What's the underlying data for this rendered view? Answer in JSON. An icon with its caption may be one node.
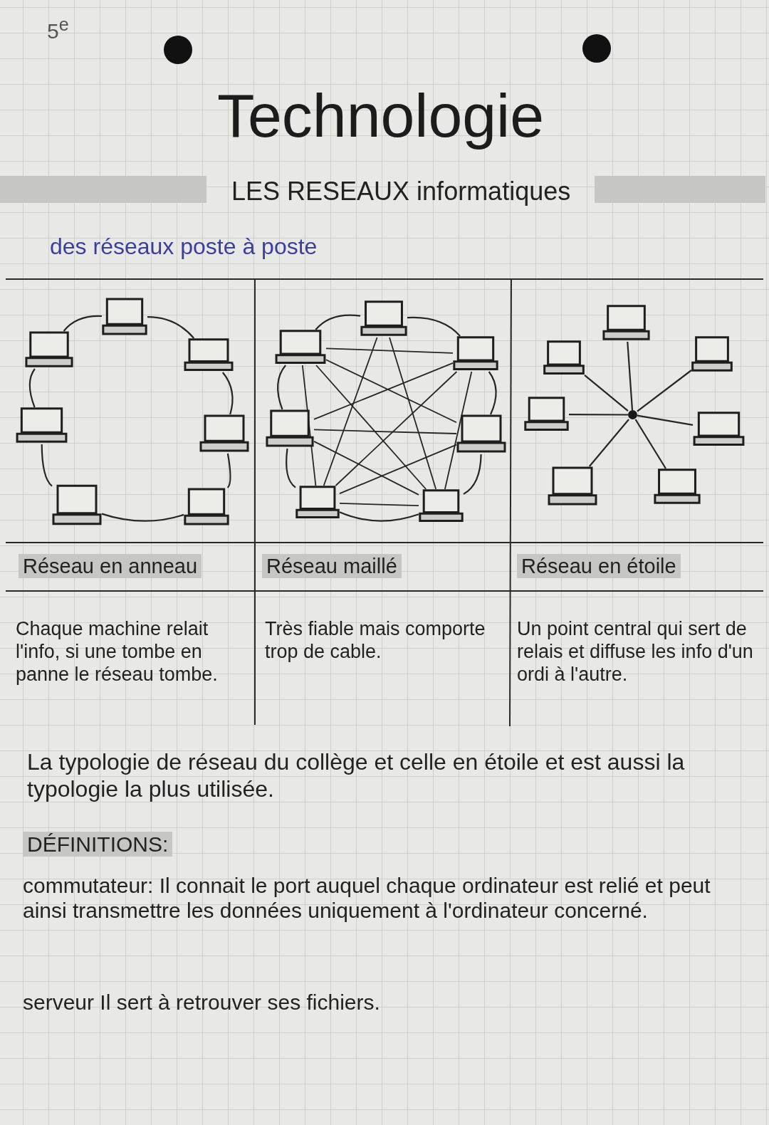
{
  "diagram": {
    "title": "Technologie",
    "nodes": [
      {
        "text": [],
        "shape": "computer"
      },
      {
        "text": [],
        "shape": "computer"
      },
      {
        "text": [],
        "shape": "computer"
      },
      {
        "text": [],
        "shape": "computer"
      },
      {
        "text": [],
        "shape": "computer"
      },
      {
        "text": [],
        "shape": "computer"
      },
      {
        "text": [],
        "shape": "computer"
      },
      {
        "text": [],
        "shape": "computer"
      },
      {
        "text": [],
        "shape": "computer"
      },
      {
        "text": [],
        "shape": "computer"
      },
      {
        "text": [],
        "shape": "computer"
      },
      {
        "text": [],
        "shape": "computer"
      },
      {
        "text": [],
        "shape": "computer"
      },
      {
        "text": [],
        "shape": "computer"
      },
      {
        "text": [],
        "shape": "computer"
      },
      {
        "text": [],
        "shape": "computer"
      },
      {
        "text": [],
        "shape": "computer"
      },
      {
        "text": [],
        "shape": "computer"
      },
      {
        "text": [],
        "shape": "circle"
      },
      {
        "text": [],
        "shape": "computer"
      },
      {
        "text": [],
        "shape": "computer"
      },
      {
        "text": [],
        "shape": "computer"
      }
    ],
    "edges": [
      {
        "from": 0,
        "to": 2,
        "arrow": "none"
      },
      {
        "from": 2,
        "to": 4,
        "arrow": "none"
      },
      {
        "from": 4,
        "to": 6,
        "arrow": "none"
      },
      {
        "from": 6,
        "to": 5,
        "arrow": "none"
      },
      {
        "from": 5,
        "to": 3,
        "arrow": "none"
      },
      {
        "from": 3,
        "to": 1,
        "arrow": "none"
      },
      {
        "from": 1,
        "to": 0,
        "arrow": "none"
      },
      {
        "from": 7,
        "to": 9,
        "arrow": "none"
      },
      {
        "from": 9,
        "to": 11,
        "arrow": "none"
      },
      {
        "from": 11,
        "to": 13,
        "arrow": "none"
      },
      {
        "from": 13,
        "to": 12,
        "arrow": "none"
      },
      {
        "from": 12,
        "to": 10,
        "arrow": "none"
      },
      {
        "from": 10,
        "to": 8,
        "arrow": "none"
      },
      {
        "from": 8,
        "to": 7,
        "arrow": "none"
      },
      {
        "from": 8,
        "to": 9,
        "arrow": "none"
      },
      {
        "from": 8,
        "to": 12,
        "arrow": "none"
      },
      {
        "from": 9,
        "to": 13,
        "arrow": "none"
      },
      {
        "from": 12,
        "to": 13,
        "arrow": "none"
      },
      {
        "from": 8,
        "to": 13,
        "arrow": "none"
      },
      {
        "from": 9,
        "to": 12,
        "arrow": "none"
      },
      {
        "from": 10,
        "to": 11,
        "arrow": "none"
      },
      {
        "from": 7,
        "to": 12,
        "arrow": "none"
      },
      {
        "from": 7,
        "to": 13,
        "arrow": "none"
      },
      {
        "from": 10,
        "to": 9,
        "arrow": "none"
      },
      {
        "from": 10,
        "to": 13,
        "arrow": "none"
      },
      {
        "from": 11,
        "to": 8,
        "arrow": "none"
      },
      {
        "from": 11,
        "to": 12,
        "arrow": "none"
      },
      {
        "from": 14,
        "to": 18,
        "arrow": "none"
      },
      {
        "from": 15,
        "to": 18,
        "arrow": "none"
      },
      {
        "from": 16,
        "to": 18,
        "arrow": "none"
      },
      {
        "from": 17,
        "to": 18,
        "arrow": "none"
      },
      {
        "from": 19,
        "to": 18,
        "arrow": "none"
      },
      {
        "from": 20,
        "to": 18,
        "arrow": "none"
      },
      {
        "from": 21,
        "to": 18,
        "arrow": "none"
      }
    ],
    "labels": [
      "5$^{e}$",
      "LES RESEAUX informatiques",
      "des réseaux poste à poste",
      "Réseau en anneau",
      "Réseau maillé",
      "Réseau en étoile",
      "Chaque machine relait l'info, si une tombe en panne le réseau tombe.",
      "Très fiable mais comporte trop de cable.",
      "Un point central qui sert de relais et diffuse les info d'un ordi à l'autre.",
      "La typologie de réseau du collège et celle en étoile et est aussi la typologie la plus utilisée.",
      "DÉFINITIONS:",
      "commutateur: Il connait le port auquel chaque ordinateur est relié et peut ainsi transmettre les données uniquement à l'ordinateur concerné.",
      "serveur Il sert à retrouver ses fichiers."
    ]
  }
}
